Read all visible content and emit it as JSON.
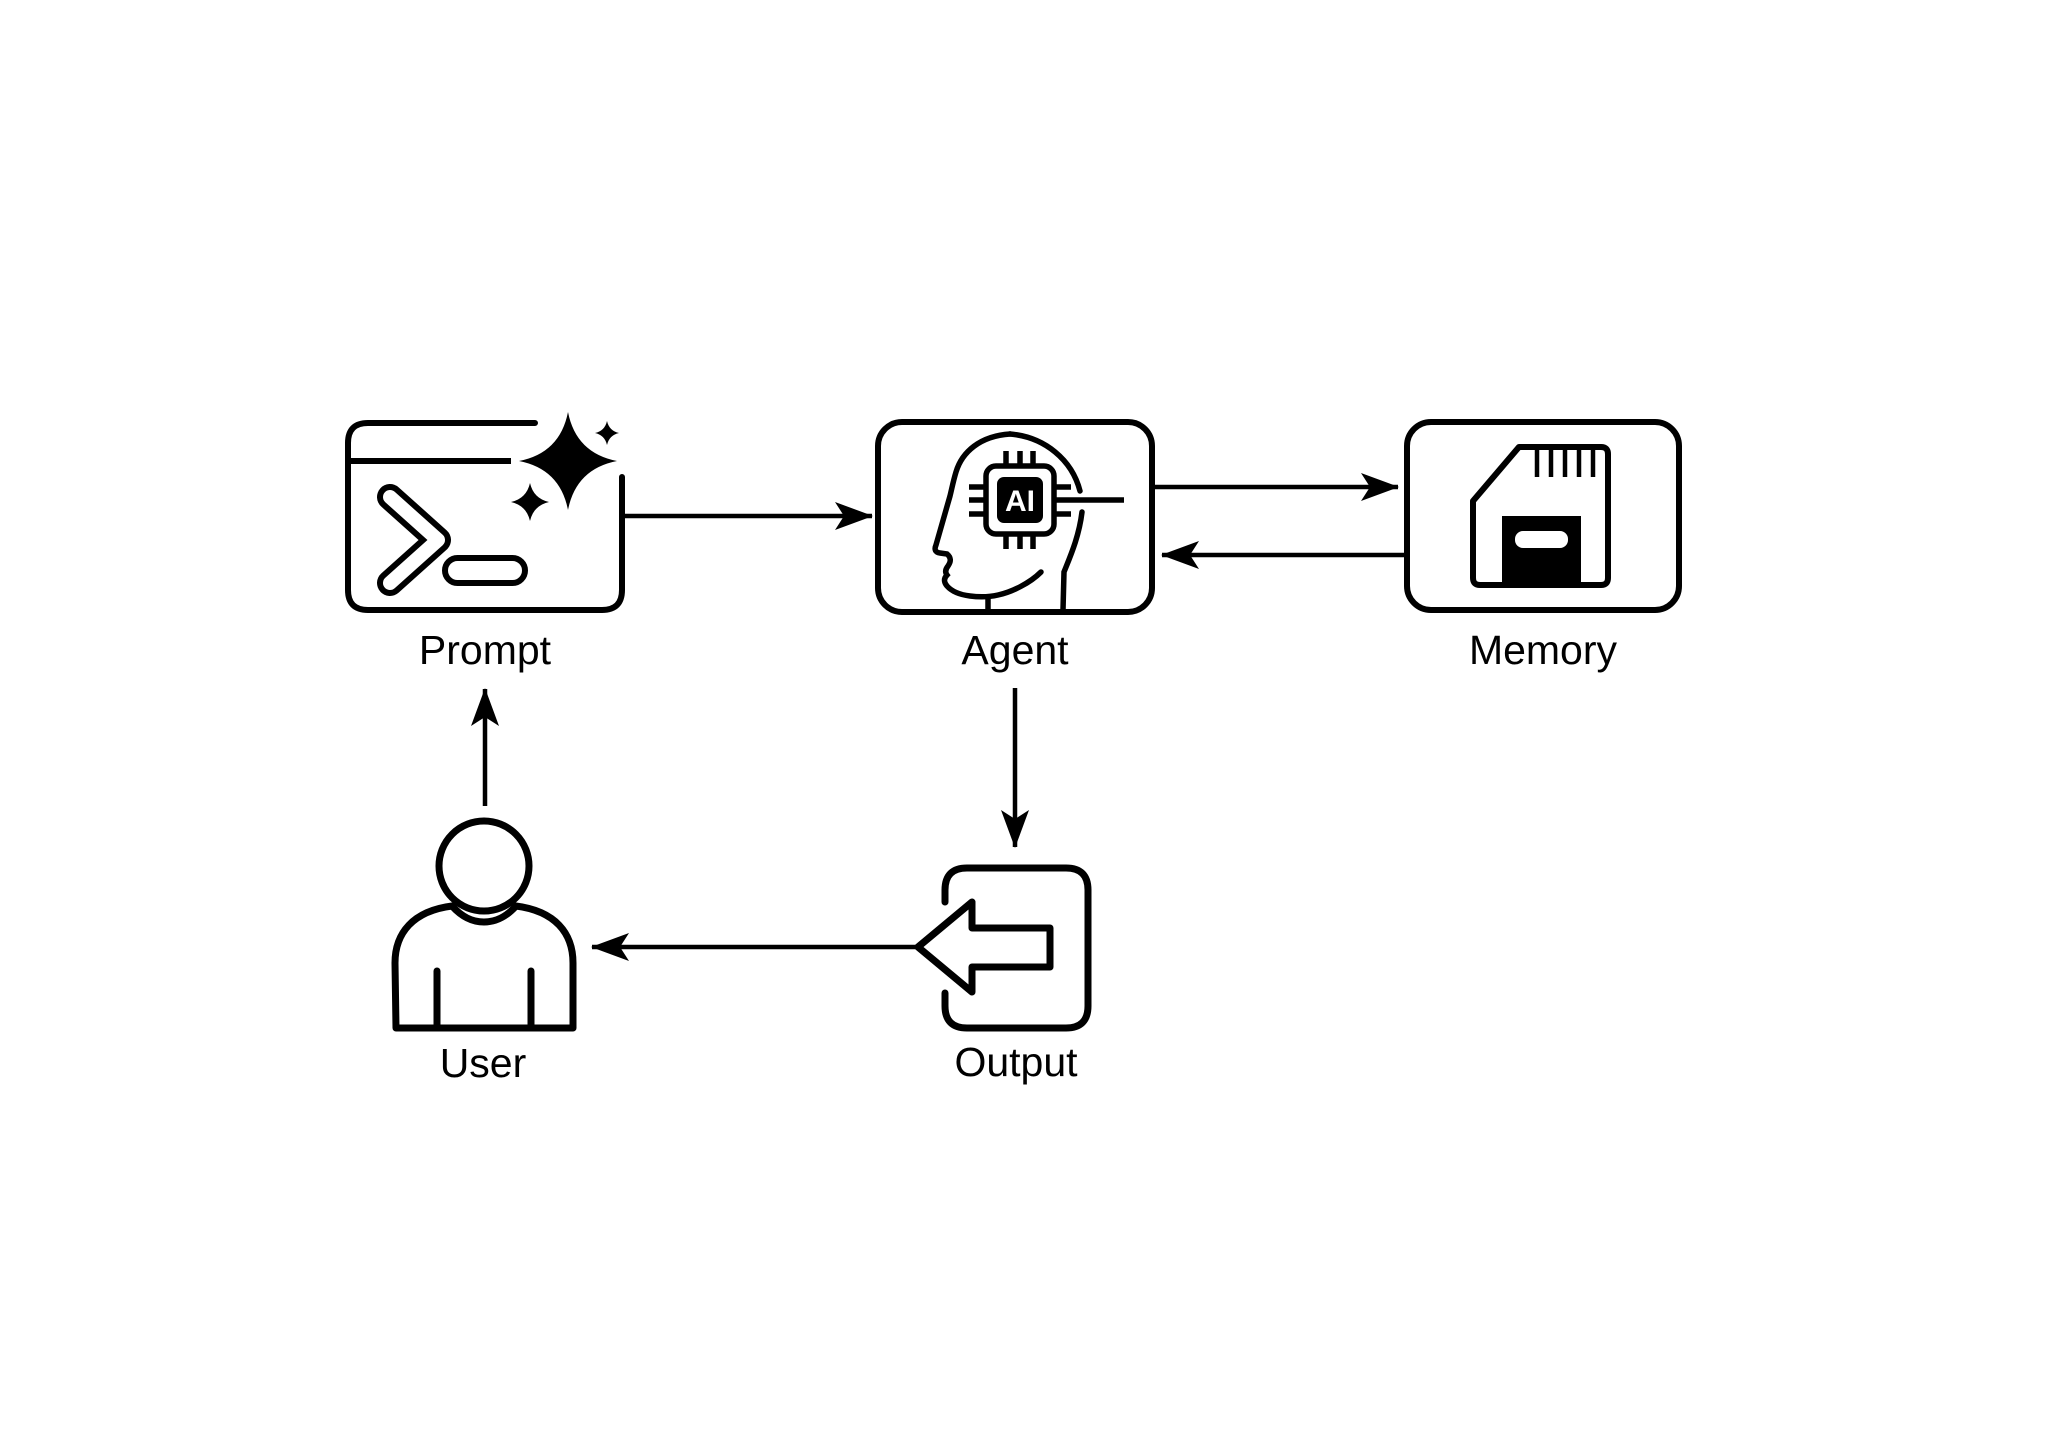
{
  "canvas": {
    "background_color": "#ffffff",
    "line_color": "#000000"
  },
  "nodes": {
    "prompt": {
      "label": "Prompt",
      "icon": "terminal-sparkles-icon"
    },
    "agent": {
      "label": "Agent",
      "icon": "head-ai-chip-icon",
      "chip_text": "AI"
    },
    "memory": {
      "label": "Memory",
      "icon": "memory-card-icon"
    },
    "user": {
      "label": "User",
      "icon": "person-icon"
    },
    "output": {
      "label": "Output",
      "icon": "export-arrow-icon"
    }
  },
  "edges": [
    {
      "from": "prompt",
      "to": "agent",
      "direction": "right"
    },
    {
      "from": "agent",
      "to": "memory",
      "direction": "right"
    },
    {
      "from": "memory",
      "to": "agent",
      "direction": "left"
    },
    {
      "from": "agent",
      "to": "output",
      "direction": "down"
    },
    {
      "from": "output",
      "to": "user",
      "direction": "left"
    },
    {
      "from": "user",
      "to": "prompt",
      "direction": "up"
    }
  ]
}
